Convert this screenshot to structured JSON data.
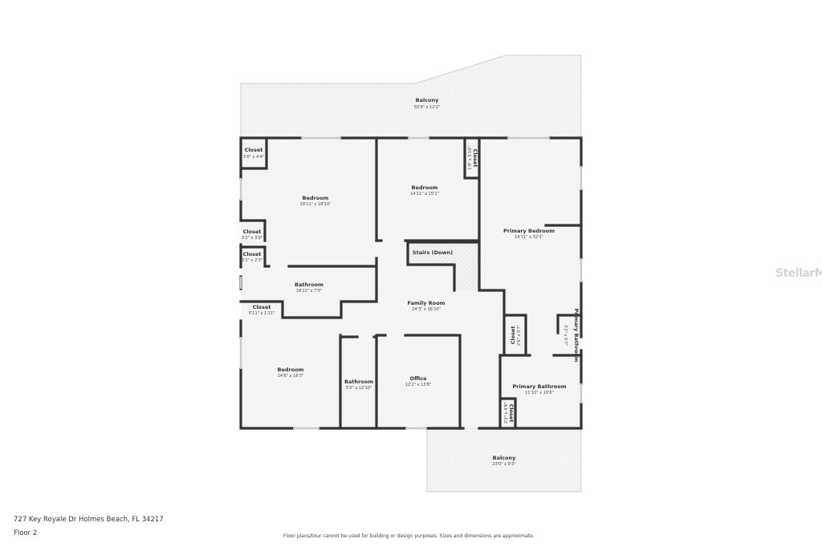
{
  "watermark": "StellarMLS",
  "address": "727 Key Royale Dr Holmes Beach, FL 34217",
  "floor": "Floor 2",
  "disclaimer": "Floor plans/tour cannot be used for building or design purposes. Sizes and dimensions are approximate.",
  "colors": {
    "wall": "#333333",
    "floor": "#f4f4f4",
    "hatch": "#d8d8d8"
  },
  "rooms": {
    "balcony_top": {
      "name": "Balcony",
      "dim": "50'9\" x 12'2\""
    },
    "closet_tl": {
      "name": "Closet",
      "dim": "3'6\" x 4'4\""
    },
    "bedroom1": {
      "name": "Bedroom",
      "dim": "19'11\" x 18'10\""
    },
    "bedroom2": {
      "name": "Bedroom",
      "dim": "14'11\" x 15'1\""
    },
    "closet_b2": {
      "name": "Closet",
      "dim": "1'9\" x 5'10\""
    },
    "primary_bedroom": {
      "name": "Primary Bedroom",
      "dim": "14'11\" x 32'3\""
    },
    "closet_2": {
      "name": "Closet",
      "dim": "3'2\" x 3'9\""
    },
    "closet_3": {
      "name": "Closet",
      "dim": "3'2\" x 2'3\""
    },
    "stairs": {
      "name": "Stairs (Down)"
    },
    "bathroom1": {
      "name": "Bathroom",
      "dim": "19'11\" x 7'5\""
    },
    "closet_4": {
      "name": "Closet",
      "dim": "5'11\" x 1'11\""
    },
    "family_room": {
      "name": "Family Room",
      "dim": "24'3\" x 16'10\""
    },
    "closet_pb": {
      "name": "Closet",
      "dim": "2'6\" x 5'7\""
    },
    "primary_bath_small": {
      "name": "Primary Bathroom",
      "dim": "3'2\" x 5'7\""
    },
    "bedroom3": {
      "name": "Bedroom",
      "dim": "14'6\" x 16'3\""
    },
    "bathroom2": {
      "name": "Bathroom",
      "dim": "5'0\" x 12'10\""
    },
    "office": {
      "name": "Office",
      "dim": "12'2\" x 13'8\""
    },
    "primary_bathroom": {
      "name": "Primary Bathroom",
      "dim": "11'10\" x 10'8\""
    },
    "closet_pbath": {
      "name": "Closet",
      "dim": "2'2\" x 4'9\""
    },
    "balcony_bottom": {
      "name": "Balcony",
      "dim": "23'0\" x 9'3\""
    }
  }
}
